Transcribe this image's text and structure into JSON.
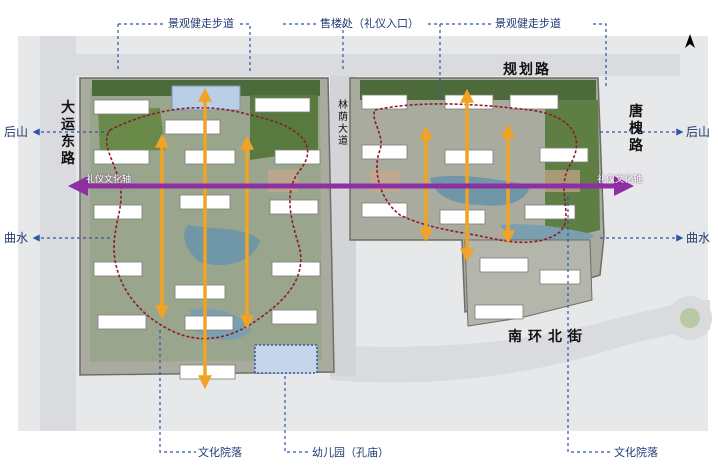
{
  "top_labels": {
    "walkway_left": "景观健走步道",
    "sales_office": "售楼处（礼仪入口）",
    "walkway_right": "景观健走步道"
  },
  "side_labels": {
    "houshan_left": "后山",
    "qushui_left": "曲水",
    "houshan_right": "后山",
    "qushui_right": "曲水"
  },
  "roads": {
    "west": "大运东路",
    "north": "规划路",
    "east": "唐槐路",
    "south": "南环北街",
    "middle": "林荫大道"
  },
  "axis_labels": {
    "left": "礼仪文化轴",
    "right": "礼仪文化轴"
  },
  "bottom_labels": {
    "courtyard_left": "文化院落",
    "kindergarten": "幼儿园（孔庙）",
    "courtyard_right": "文化院落"
  },
  "colors": {
    "label_blue": "#1f3b73",
    "dash_blue": "#2f55a8",
    "axis_purple": "#8e2fa3",
    "arrow_orange": "#f0a324",
    "walk_path": "#8b1c2c"
  },
  "icons": [
    "north-arrow-icon"
  ]
}
